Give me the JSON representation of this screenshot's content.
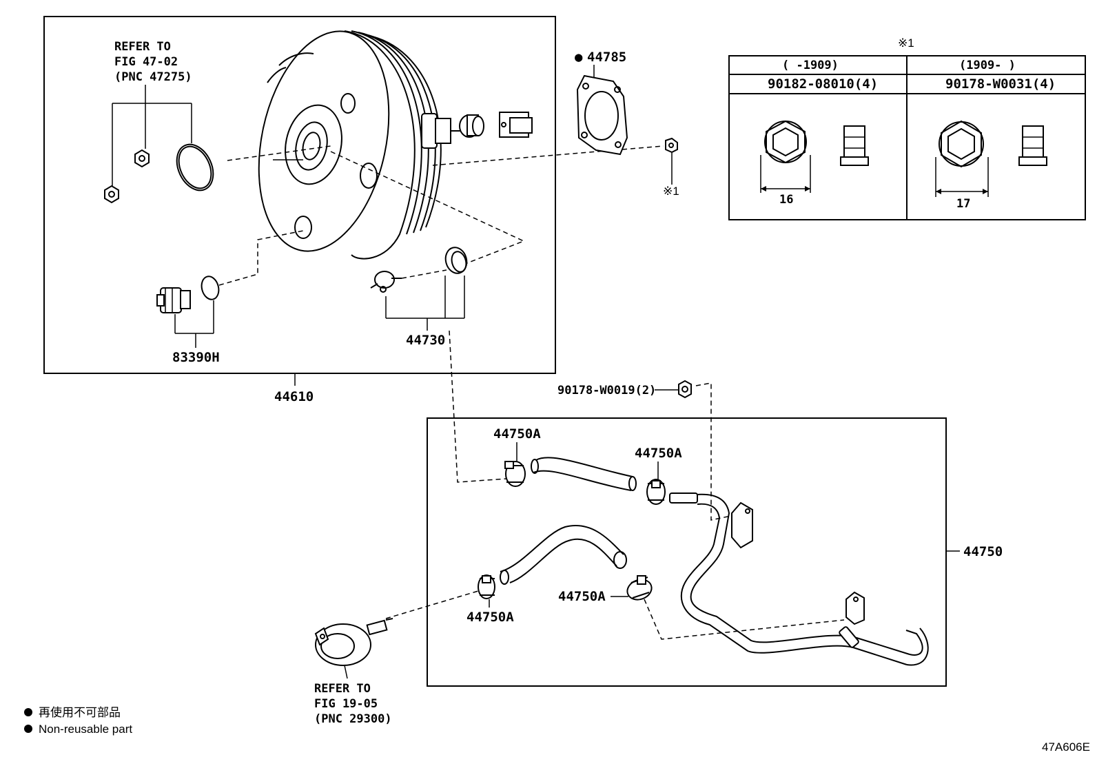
{
  "diagram_code": "47A606E",
  "legend": {
    "jp": "再使用不可部品",
    "en": "Non-reusable part"
  },
  "booster_group": {
    "part_no": "44610",
    "refer_top": [
      "REFER TO",
      "FIG 47-02",
      "(PNC 47275)"
    ],
    "check_valve": "83390H",
    "grommet": "44730"
  },
  "gasket": {
    "marker": "●",
    "part_no": "44785"
  },
  "nut_ref": "※1",
  "nut_table": {
    "mark": "※1",
    "col1_range": "(    -1909)",
    "col2_range": "(1909-     )",
    "col1_part": "90182-08010(4)",
    "col2_part": "90178-W0031(4)",
    "col1_size": "16",
    "col2_size": "17"
  },
  "bolt_label": "90178-W0019(2)",
  "hose_group": {
    "part_no": "44750",
    "clamp_1": "44750A",
    "clamp_2": "44750A",
    "clamp_3": "44750A",
    "clamp_4": "44750A"
  },
  "refer_bottom": [
    "REFER TO",
    "FIG 19-05",
    "(PNC 29300)"
  ]
}
